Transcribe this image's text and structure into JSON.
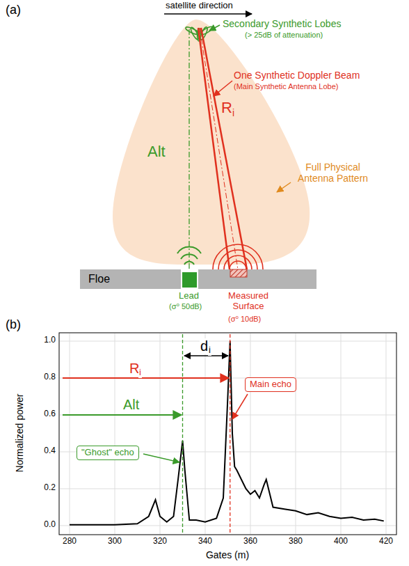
{
  "diagram": {
    "nodes": [
      {
        "text": [
          "Floe"
        ]
      },
      {
        "text": [
          "Main echo"
        ]
      },
      {
        "text": [
          "\"Ghost\" echo"
        ]
      }
    ],
    "labels": [
      "(a)",
      "satellite direction",
      "Secondary Synthetic Lobes",
      "(> 25dB of attenuation)",
      "One Synthetic Doppler Beam",
      "(Main Synthetic Antenna Lobe)",
      "Full Physical Antenna Pattern",
      "Alt",
      "R",
      "i",
      "Lead",
      "(σ⁰ 50dB)",
      "Measured Surface",
      "(σ⁰ 10dB)",
      "(b)",
      "R",
      "i",
      "Alt",
      "d",
      "i",
      "Normalized power",
      "Gates (m)",
      "0.0",
      "0.2",
      "0.4",
      "0.6",
      "0.8",
      "1.0",
      "280",
      "300",
      "320",
      "340",
      "360",
      "380",
      "400",
      "420"
    ]
  }
}
